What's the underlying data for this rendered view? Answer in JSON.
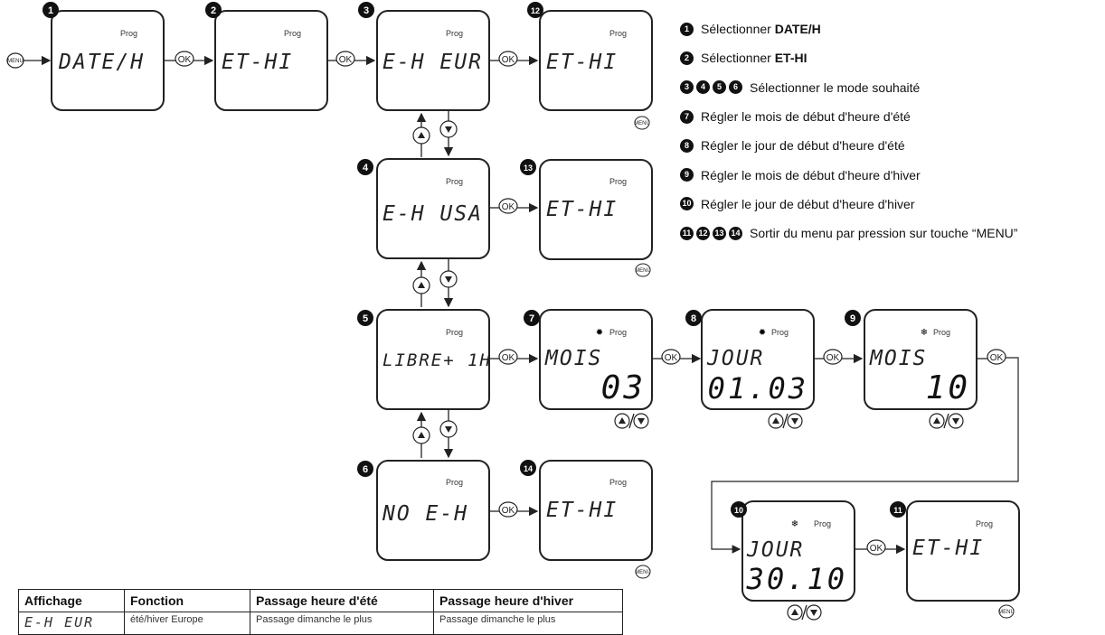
{
  "lcd_label": "Prog",
  "ok_label": "OK",
  "menu_label": "MENU",
  "screens": {
    "s1": {
      "badge": "1",
      "text": "DATE/H"
    },
    "s2": {
      "badge": "2",
      "text": "ET-HI"
    },
    "s3": {
      "badge": "3",
      "text": "E-H EUR"
    },
    "s12": {
      "badge": "12",
      "text": "ET-HI"
    },
    "s4": {
      "badge": "4",
      "text": "E-H USA"
    },
    "s13": {
      "badge": "13",
      "text": "ET-HI"
    },
    "s5": {
      "badge": "5",
      "text": "LIBRE+ 1H"
    },
    "s7": {
      "badge": "7",
      "text": "MOIS",
      "value": "03"
    },
    "s8": {
      "badge": "8",
      "text": "JOUR",
      "value": "01.03"
    },
    "s9": {
      "badge": "9",
      "text": "MOIS",
      "value": "10"
    },
    "s6": {
      "badge": "6",
      "text": "NO E-H"
    },
    "s14": {
      "badge": "14",
      "text": "ET-HI"
    },
    "s10": {
      "badge": "10",
      "text": "JOUR",
      "value": "30.10"
    },
    "s11": {
      "badge": "11",
      "text": "ET-HI"
    }
  },
  "legend": [
    {
      "badges": [
        "1"
      ],
      "text": "Sélectionner ",
      "bold": "DATE/H"
    },
    {
      "badges": [
        "2"
      ],
      "text": "Sélectionner ",
      "bold": "ET-HI"
    },
    {
      "badges": [
        "3",
        "4",
        "5",
        "6"
      ],
      "text": "Sélectionner le mode souhaité",
      "bold": ""
    },
    {
      "badges": [
        "7"
      ],
      "text": "Régler le mois de début d'heure d'été",
      "bold": ""
    },
    {
      "badges": [
        "8"
      ],
      "text": "Régler le jour de début d'heure d'été",
      "bold": ""
    },
    {
      "badges": [
        "9"
      ],
      "text": "Régler le mois de début d'heure d'hiver",
      "bold": ""
    },
    {
      "badges": [
        "10"
      ],
      "text": "Régler le jour de début d'heure d'hiver",
      "bold": ""
    },
    {
      "badges": [
        "11",
        "12",
        "13",
        "14"
      ],
      "text": "Sortir du menu par pression sur touche “MENU”",
      "bold": ""
    }
  ],
  "table": {
    "headers": [
      "Affichage",
      "Fonction",
      "Passage heure d'été",
      "Passage heure d'hiver"
    ],
    "row": [
      "E-H EUR",
      "été/hiver Europe",
      "Passage dimanche le plus",
      "Passage dimanche le plus"
    ]
  },
  "colors": {
    "line": "#222222",
    "badge": "#111111",
    "background": "#ffffff"
  }
}
